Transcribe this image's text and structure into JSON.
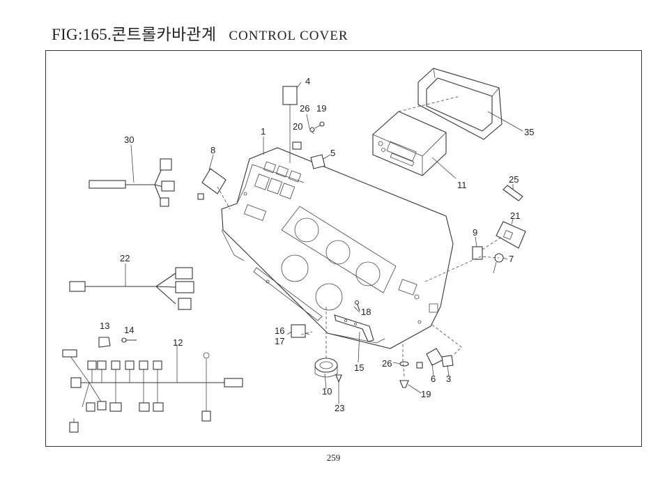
{
  "figure": {
    "label": "FIG:165.",
    "title_kr": "콘트롤카바관계",
    "title_en": "CONTROL COVER"
  },
  "callouts": {
    "c1": "1",
    "c3": "3",
    "c4": "4",
    "c5": "5",
    "c6": "6",
    "c7": "7",
    "c8": "8",
    "c9": "9",
    "c10": "10",
    "c11": "11",
    "c12": "12",
    "c13": "13",
    "c14": "14",
    "c15": "15",
    "c16": "16",
    "c17": "17",
    "c18": "18",
    "c19a": "19",
    "c19b": "19",
    "c20": "20",
    "c21": "21",
    "c22": "22",
    "c23": "23",
    "c25": "25",
    "c26a": "26",
    "c26b": "26",
    "c30": "30",
    "c35": "35"
  },
  "page_number": "259"
}
